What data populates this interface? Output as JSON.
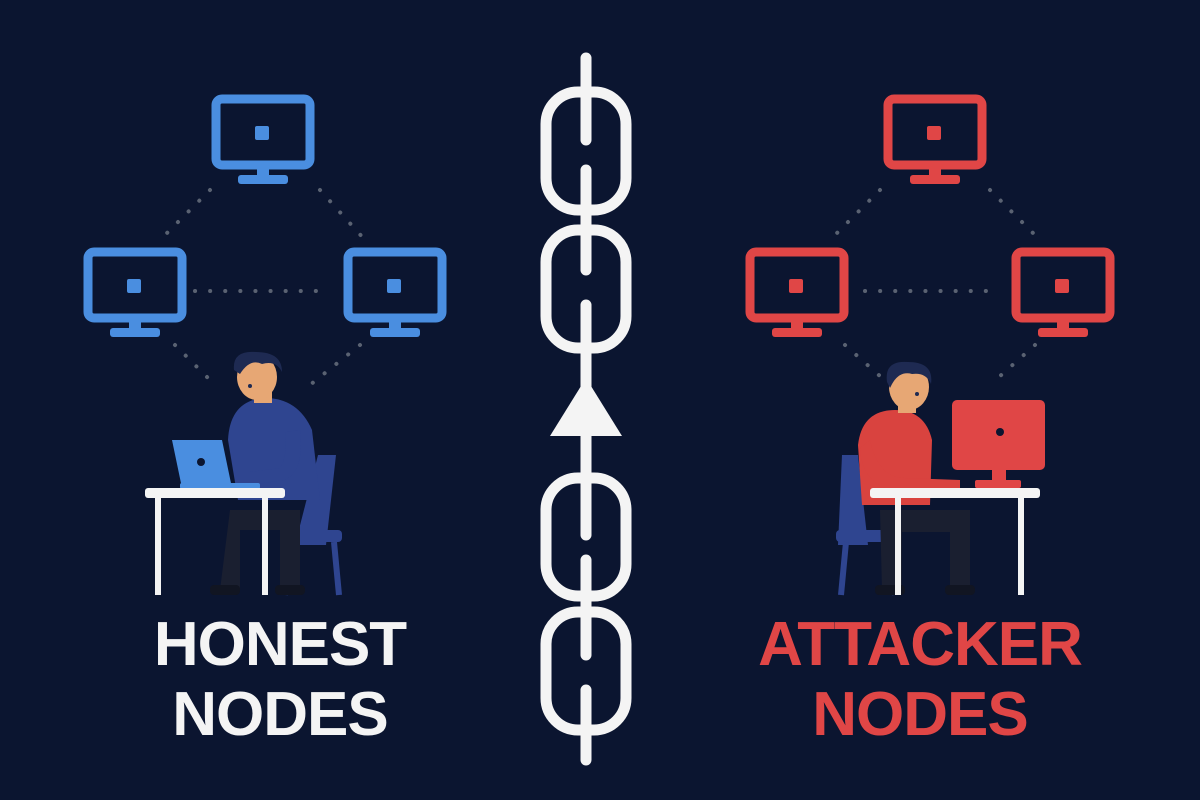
{
  "colors": {
    "background": "#0b1530",
    "honest": "#4a8ee0",
    "attacker": "#e04646",
    "chain": "#f4f4f4",
    "connector": "#5a6272"
  },
  "honest": {
    "line1": "HONEST",
    "line2": "NODES"
  },
  "attacker": {
    "line1": "ATTACKER",
    "line2": "NODES"
  }
}
